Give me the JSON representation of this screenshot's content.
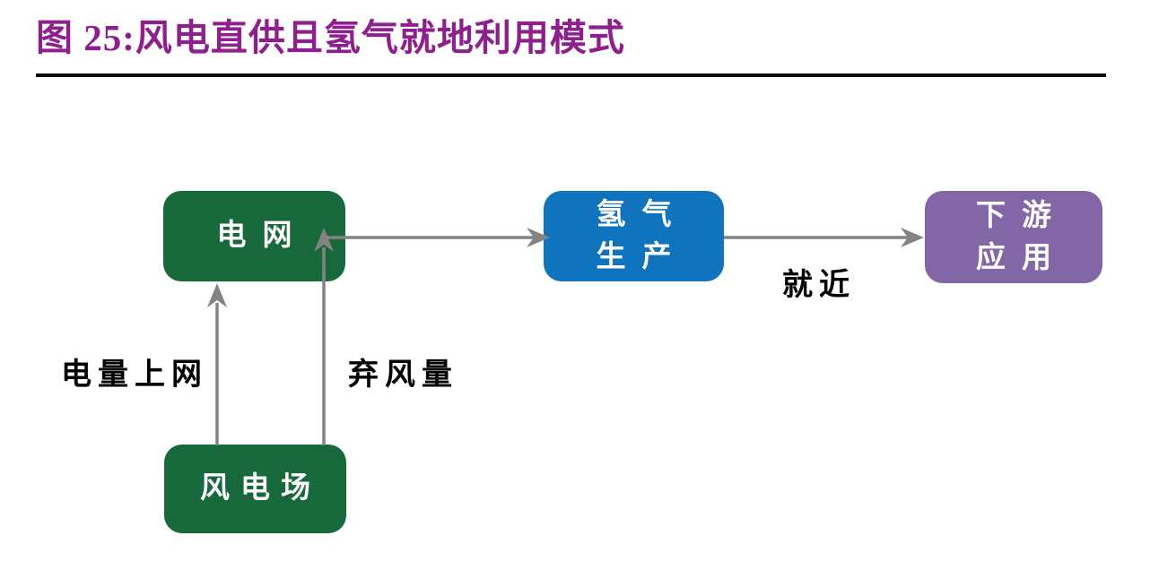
{
  "figure": {
    "title": "图 25:风电直供且氢气就地利用模式"
  },
  "colors": {
    "title": "#8E208E",
    "node_green": "#17693B",
    "node_blue": "#0F73BE",
    "node_purple": "#8266A6",
    "node_text": "#FFFFFF",
    "label_text": "#000000",
    "arrow": "#838383"
  },
  "diagram": {
    "type": "flowchart",
    "nodes": {
      "grid": {
        "label": "电网",
        "color": "#17693B"
      },
      "wind_farm": {
        "label": "风电场",
        "color": "#17693B"
      },
      "h2_production": {
        "line1": "氢气",
        "line2": "生产",
        "color": "#0F73BE"
      },
      "downstream": {
        "line1": "下游",
        "line2": "应用",
        "color": "#8266A6"
      }
    },
    "edges": {
      "wind_to_grid": {
        "from": "风电场",
        "to": "电网",
        "label": "电量上网"
      },
      "wind_to_h2_junction": {
        "from": "风电场",
        "to": "氢气生产",
        "label": "弃风量"
      },
      "grid_to_h2": {
        "from": "电网",
        "to": "氢气生产",
        "label": ""
      },
      "h2_to_downstream": {
        "from": "氢气生产",
        "to": "下游应用",
        "label": "就近"
      }
    }
  }
}
